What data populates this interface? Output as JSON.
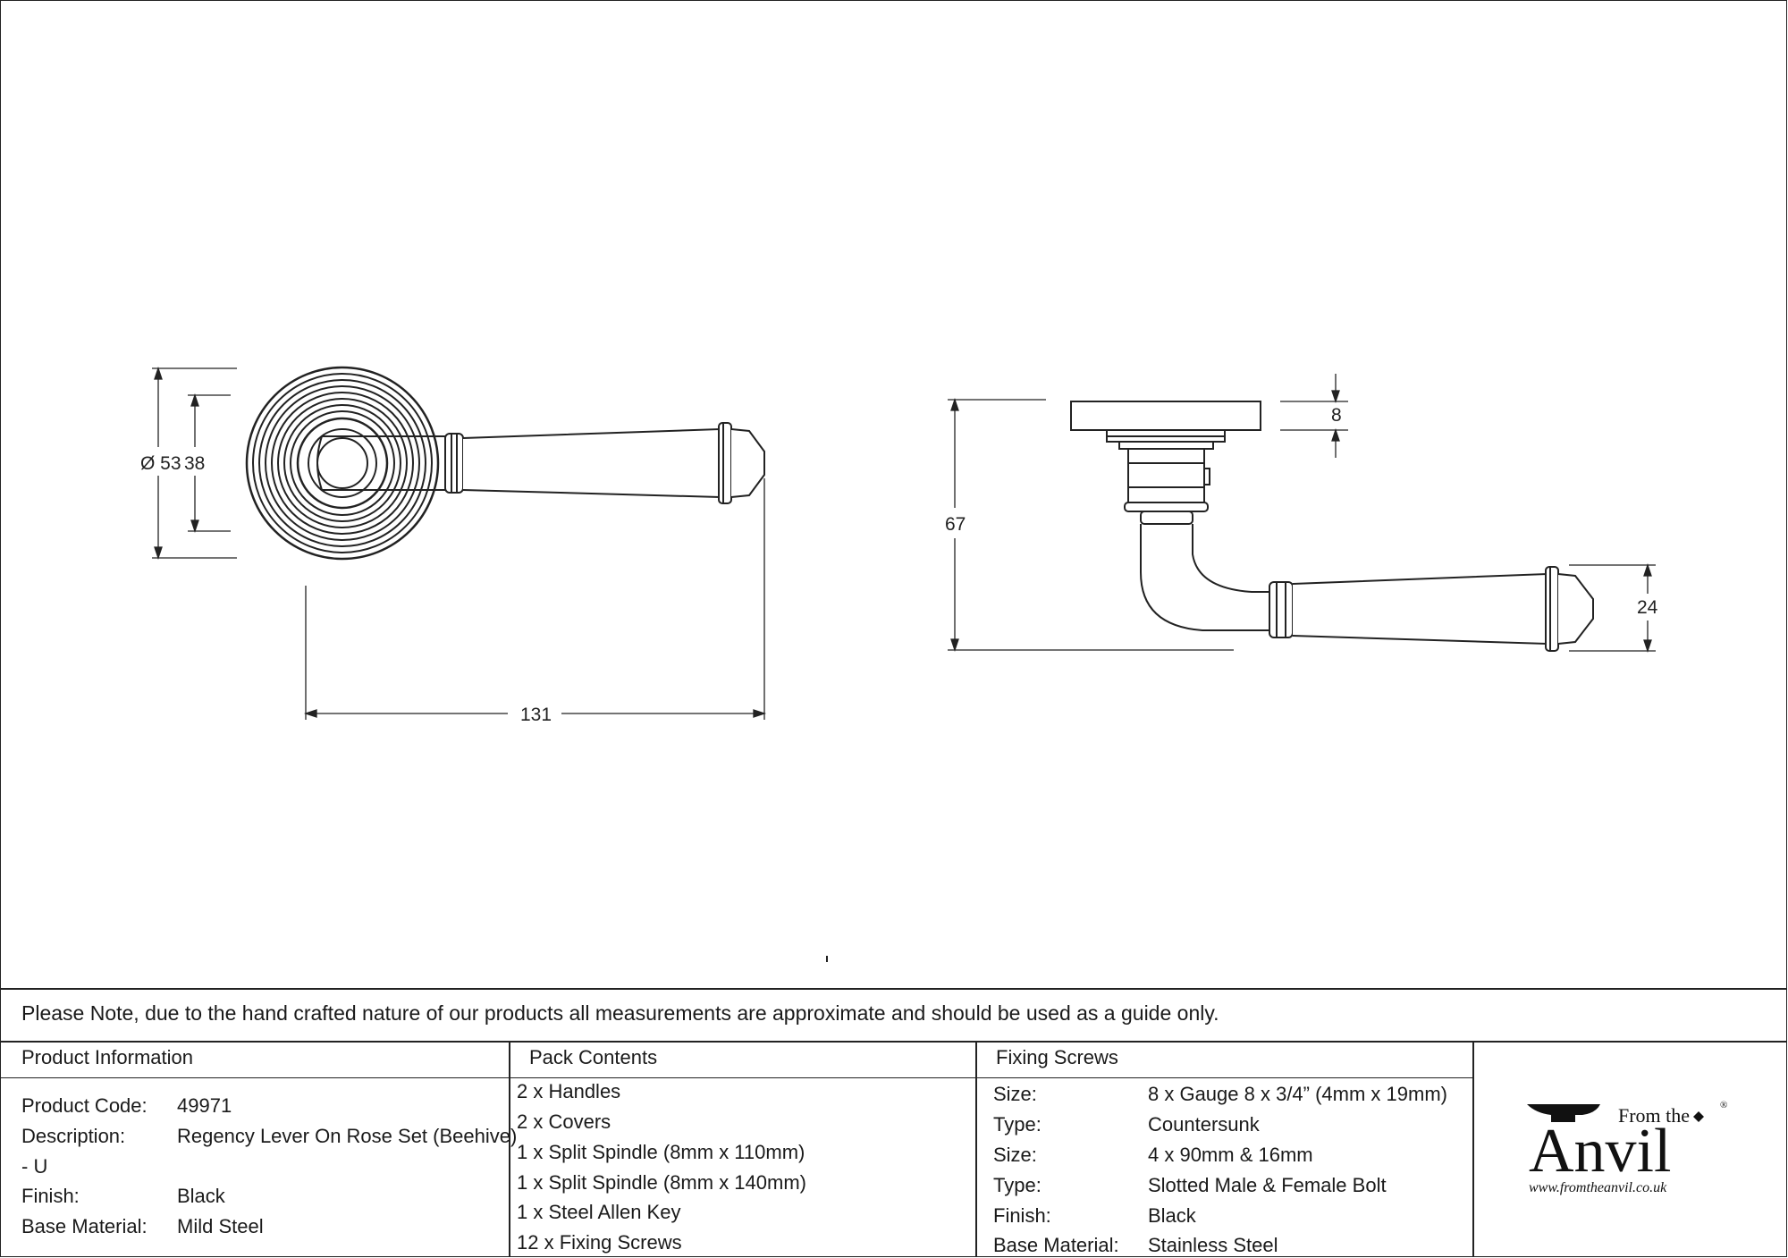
{
  "dimensions": {
    "rose_diameter": "Ø 53",
    "inner_diameter": "38",
    "handle_length": "131",
    "overall_height": "67",
    "rose_thickness": "8",
    "lever_end_height": "24"
  },
  "note": "Please Note, due to the hand crafted nature of our products all measurements are approximate and should be used as a guide only.",
  "product_info": {
    "header": "Product Information",
    "rows": [
      {
        "label": "Product Code:",
        "value": "49971"
      },
      {
        "label": "Description:",
        "value": "Regency Lever On Rose Set (Beehive)"
      },
      {
        "label": "",
        "value": "- U"
      },
      {
        "label": "Finish:",
        "value": "Black"
      },
      {
        "label": "Base Material:",
        "value": "Mild Steel"
      }
    ]
  },
  "pack_contents": {
    "header": "Pack Contents",
    "items": [
      "2 x Handles",
      "2 x Covers",
      "1 x Split Spindle (8mm x 110mm)",
      "1 x Split Spindle (8mm x 140mm)",
      "1 x Steel Allen Key",
      "12 x Fixing Screws"
    ]
  },
  "fixing_screws": {
    "header": "Fixing Screws",
    "rows": [
      {
        "label": "Size:",
        "value": "8 x Gauge 8 x 3/4” (4mm x 19mm)"
      },
      {
        "label": "Type:",
        "value": "Countersunk"
      },
      {
        "label": "Size:",
        "value": "4 x 90mm & 16mm"
      },
      {
        "label": "Type:",
        "value": "Slotted Male & Female Bolt"
      },
      {
        "label": "Finish:",
        "value": "Black"
      },
      {
        "label": "Base Material:",
        "value": "Stainless Steel"
      }
    ]
  },
  "logo": {
    "top": "From the",
    "brand": "Anvil",
    "url": "www.fromtheanvil.co.uk",
    "registered": "®"
  }
}
